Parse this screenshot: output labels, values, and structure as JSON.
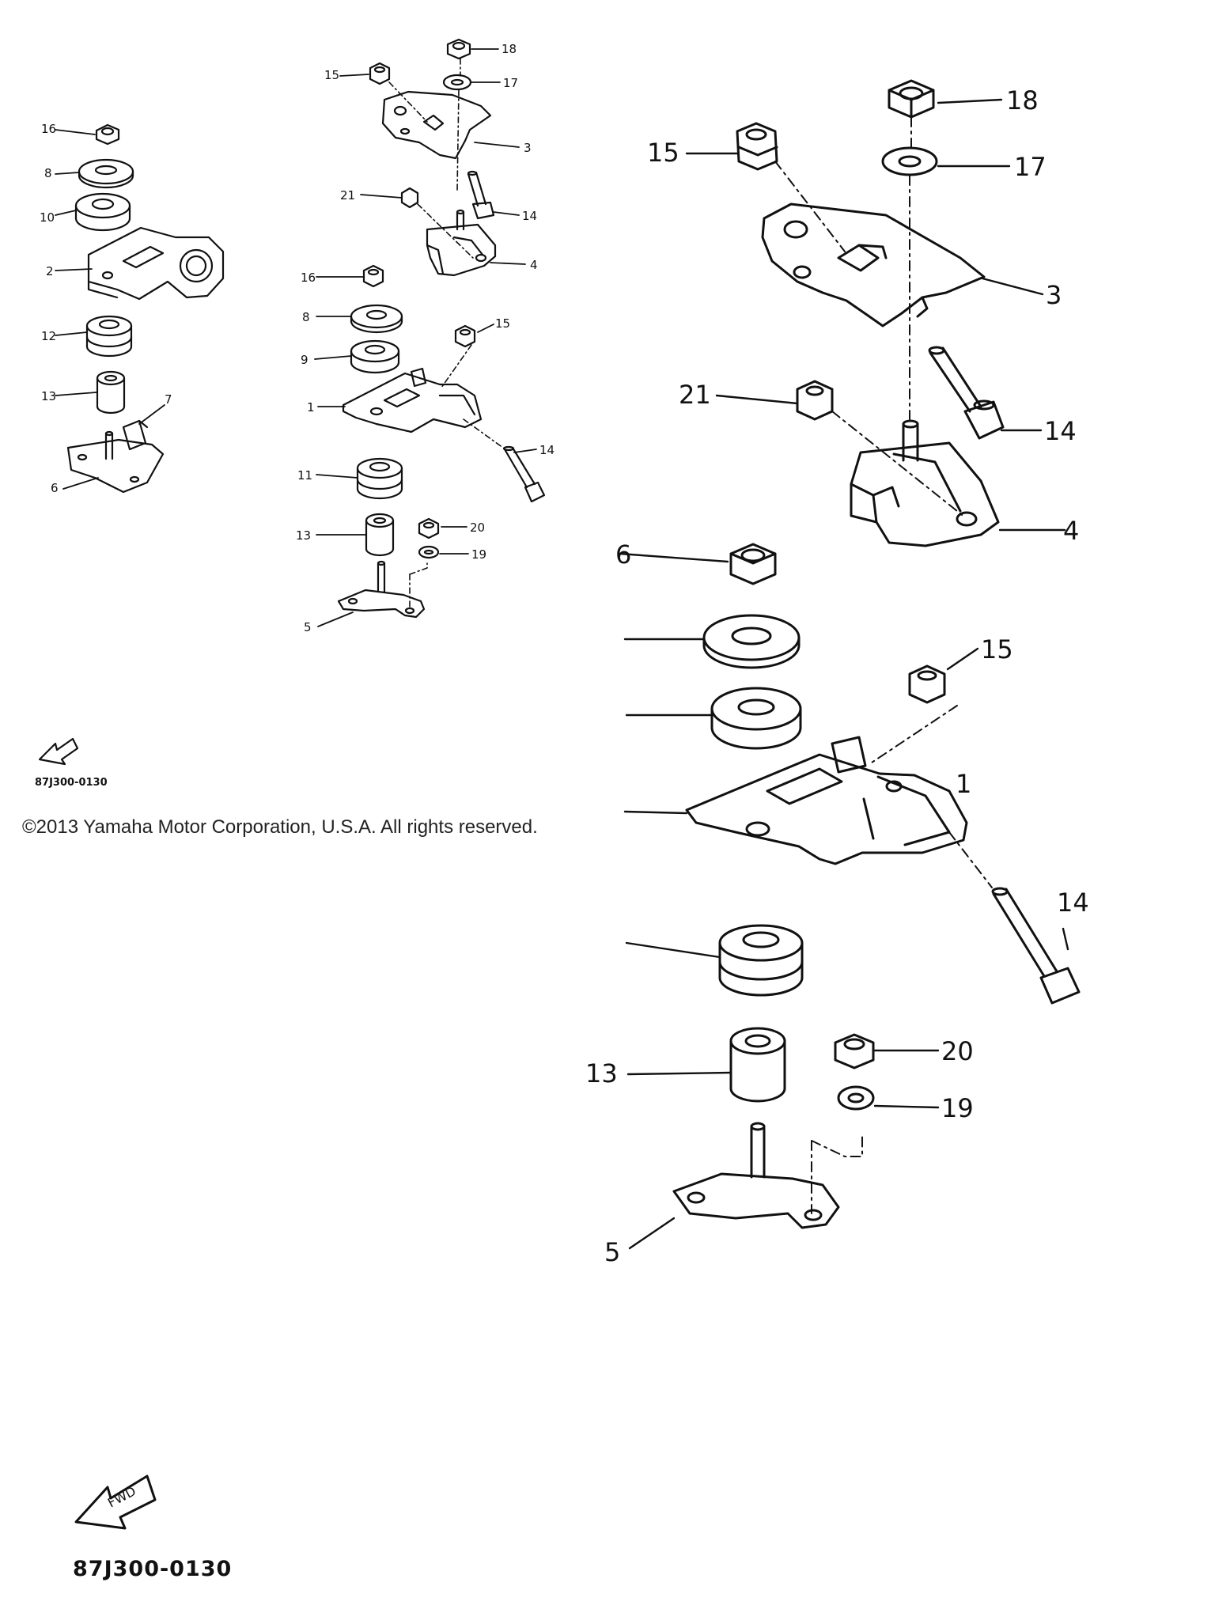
{
  "diagram": {
    "copyright": "©2013 Yamaha Motor Corporation, U.S.A. All rights reserved.",
    "drawing_code_small": "87J300-0130",
    "drawing_code_large": "87J300-0130",
    "fwd_label": "FWD",
    "small_callouts": [
      "18",
      "15",
      "17",
      "3",
      "16",
      "8",
      "10",
      "2",
      "21",
      "14",
      "4",
      "16",
      "8",
      "15",
      "9",
      "1",
      "12",
      "13",
      "7",
      "6",
      "14",
      "11",
      "13",
      "20",
      "19",
      "5"
    ],
    "large_callouts": [
      "18",
      "15",
      "17",
      "3",
      "21",
      "14",
      "4",
      "6",
      "15",
      "1",
      "14",
      "20",
      "13",
      "19",
      "5"
    ]
  }
}
